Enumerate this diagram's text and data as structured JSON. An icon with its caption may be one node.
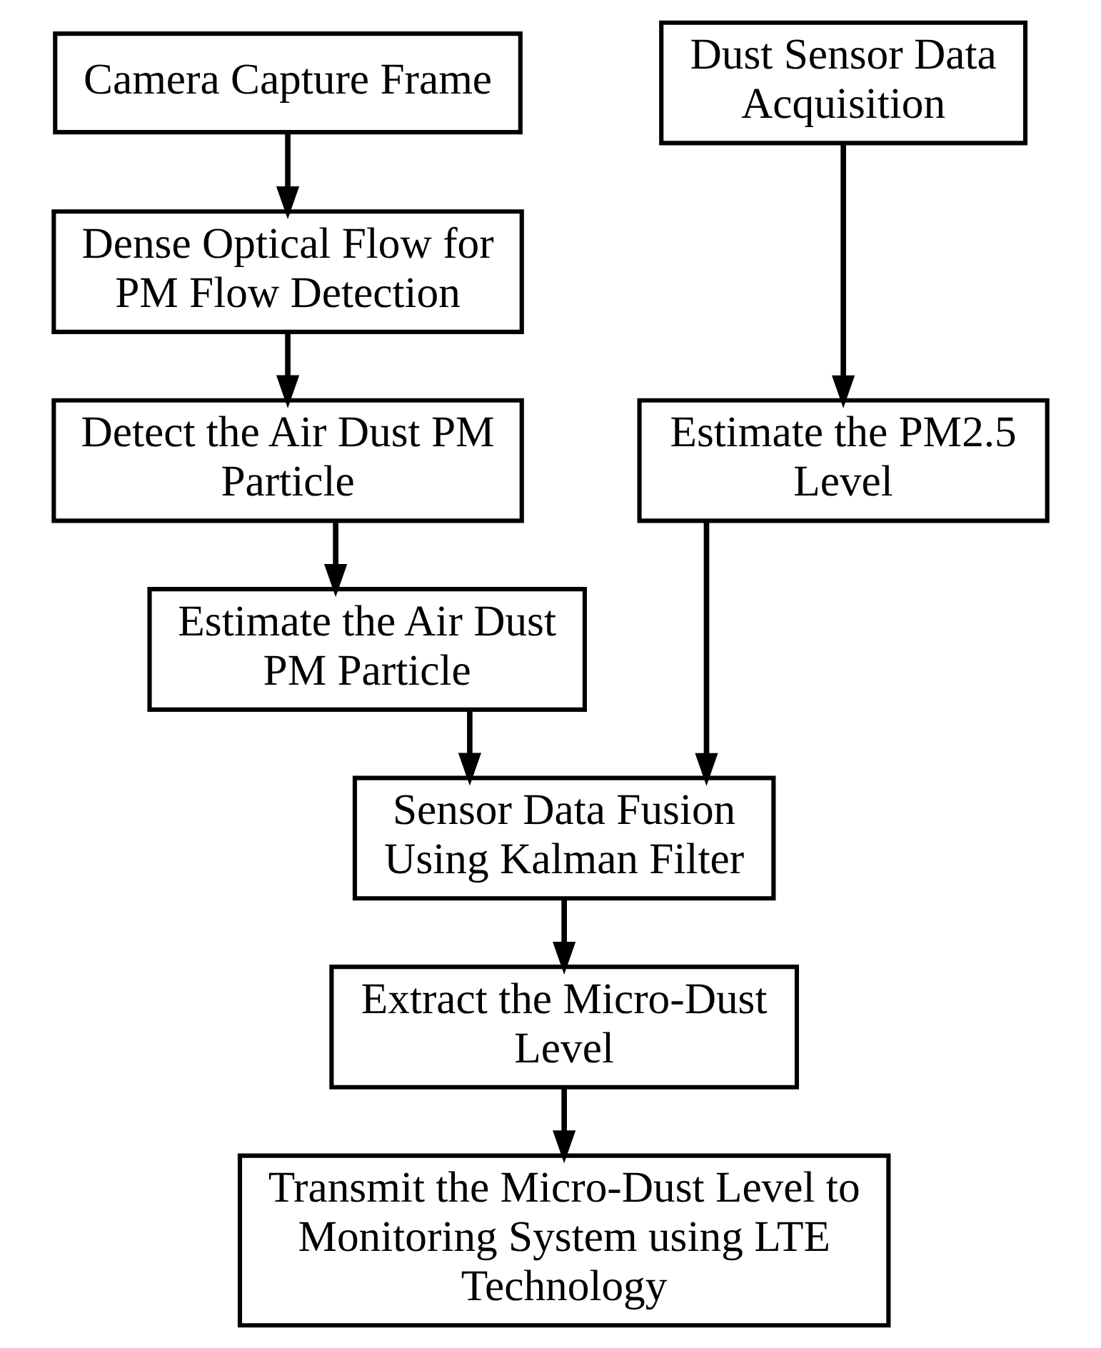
{
  "diagram": {
    "nodes": [
      {
        "text": [
          "Camera Capture Frame"
        ]
      },
      {
        "text": [
          "Dense Optical Flow for PM Flow Detection"
        ]
      },
      {
        "text": [
          "Detect the Air Dust PM Particle"
        ]
      },
      {
        "text": [
          "Estimate the Air Dust PM Particle"
        ]
      },
      {
        "text": [
          "Dust Sensor Data Acquisition"
        ]
      },
      {
        "text": [
          "Estimate the PM2.5 Level"
        ]
      },
      {
        "text": [
          "Sensor Data Fusion Using Kalman Filter"
        ]
      },
      {
        "text": [
          "Extract the Micro-Dust Level"
        ]
      },
      {
        "text": [
          "Transmit the Micro-Dust Level to Monitoring System using LTE Technology"
        ]
      }
    ],
    "edges": [
      {
        "from": 0,
        "to": 1,
        "arrow": "to"
      },
      {
        "from": 1,
        "to": 2,
        "arrow": "to"
      },
      {
        "from": 2,
        "to": 3,
        "arrow": "to"
      },
      {
        "from": 3,
        "to": 6,
        "arrow": "to"
      },
      {
        "from": 4,
        "to": 5,
        "arrow": "to"
      },
      {
        "from": 5,
        "to": 6,
        "arrow": "to"
      },
      {
        "from": 6,
        "to": 7,
        "arrow": "to"
      },
      {
        "from": 7,
        "to": 8,
        "arrow": "to"
      }
    ]
  }
}
